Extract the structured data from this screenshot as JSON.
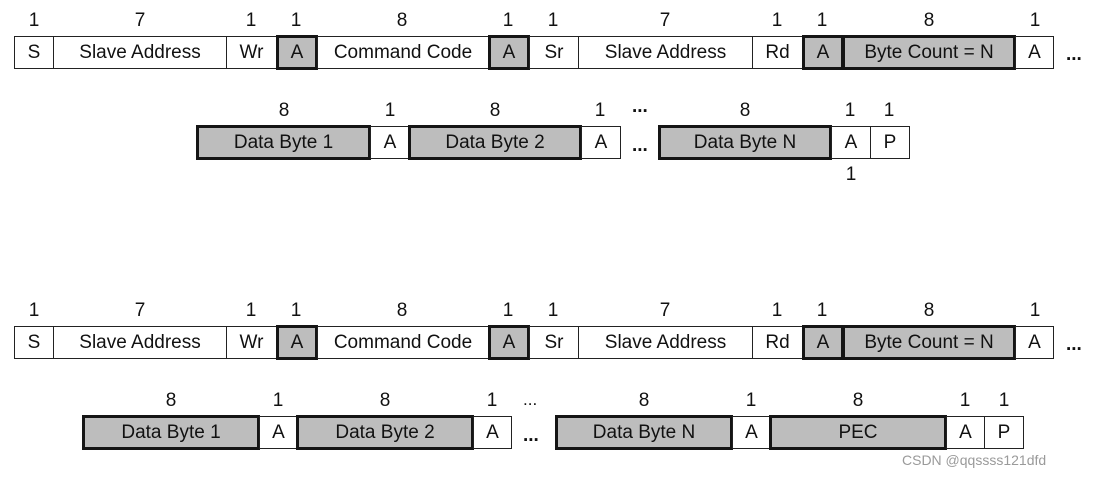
{
  "diagram_1": {
    "row_1": [
      {
        "bits": "1",
        "label": "S",
        "slave": false
      },
      {
        "bits": "7",
        "label": "Slave Address",
        "slave": false
      },
      {
        "bits": "1",
        "label": "Wr",
        "slave": false
      },
      {
        "bits": "1",
        "label": "A",
        "slave": true
      },
      {
        "bits": "8",
        "label": "Command Code",
        "slave": false
      },
      {
        "bits": "1",
        "label": "A",
        "slave": true
      },
      {
        "bits": "1",
        "label": "Sr",
        "slave": false
      },
      {
        "bits": "7",
        "label": "Slave Address",
        "slave": false
      },
      {
        "bits": "1",
        "label": "Rd",
        "slave": false
      },
      {
        "bits": "1",
        "label": "A",
        "slave": true
      },
      {
        "bits": "8",
        "label": "Byte Count = N",
        "slave": true
      },
      {
        "bits": "1",
        "label": "A",
        "slave": false
      }
    ],
    "row_1_end": "...",
    "row_2": [
      {
        "bits": "8",
        "label": "Data Byte 1",
        "slave": true
      },
      {
        "bits": "1",
        "label": "A",
        "slave": false
      },
      {
        "bits": "8",
        "label": "Data Byte 2",
        "slave": true
      },
      {
        "bits": "1",
        "label": "A",
        "slave": false
      },
      {
        "bits": "8",
        "label": "Data Byte N",
        "slave": true
      },
      {
        "bits": "1",
        "label": "A",
        "slave": false
      },
      {
        "bits": "1",
        "label": "P",
        "slave": false
      }
    ],
    "row_2_gap_top": "...",
    "row_2_gap": "...",
    "row_2_below_ack": "1"
  },
  "diagram_2": {
    "row_1": [
      {
        "bits": "1",
        "label": "S",
        "slave": false
      },
      {
        "bits": "7",
        "label": "Slave Address",
        "slave": false
      },
      {
        "bits": "1",
        "label": "Wr",
        "slave": false
      },
      {
        "bits": "1",
        "label": "A",
        "slave": true
      },
      {
        "bits": "8",
        "label": "Command Code",
        "slave": false
      },
      {
        "bits": "1",
        "label": "A",
        "slave": true
      },
      {
        "bits": "1",
        "label": "Sr",
        "slave": false
      },
      {
        "bits": "7",
        "label": "Slave Address",
        "slave": false
      },
      {
        "bits": "1",
        "label": "Rd",
        "slave": false
      },
      {
        "bits": "1",
        "label": "A",
        "slave": true
      },
      {
        "bits": "8",
        "label": "Byte Count = N",
        "slave": true
      },
      {
        "bits": "1",
        "label": "A",
        "slave": false
      }
    ],
    "row_1_end": "...",
    "row_2": [
      {
        "bits": "8",
        "label": "Data Byte 1",
        "slave": true
      },
      {
        "bits": "1",
        "label": "A",
        "slave": false
      },
      {
        "bits": "8",
        "label": "Data Byte 2",
        "slave": true
      },
      {
        "bits": "1",
        "label": "A",
        "slave": false
      },
      {
        "bits": "8",
        "label": "Data Byte N",
        "slave": true
      },
      {
        "bits": "1",
        "label": "A",
        "slave": false
      },
      {
        "bits": "8",
        "label": "PEC",
        "slave": true
      },
      {
        "bits": "1",
        "label": "A",
        "slave": false
      },
      {
        "bits": "1",
        "label": "P",
        "slave": false
      }
    ],
    "row_2_gap_top": "...",
    "row_2_gap": "..."
  },
  "watermark": "CSDN @qqssss121dfd"
}
